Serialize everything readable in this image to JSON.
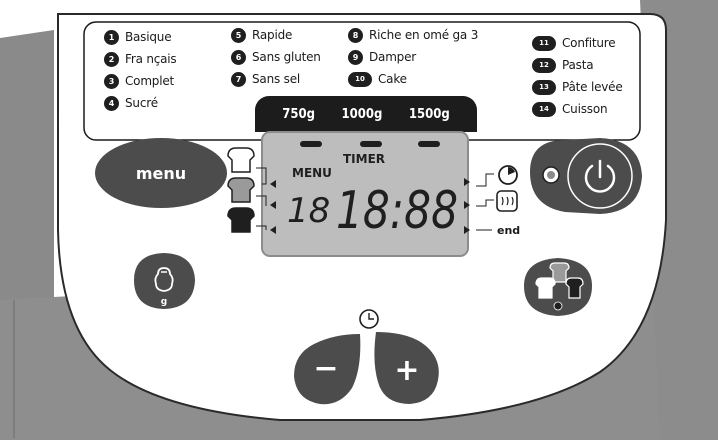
{
  "programs": {
    "col1": [
      {
        "num": "1",
        "label": "Basique"
      },
      {
        "num": "2",
        "label": "Fra nçais"
      },
      {
        "num": "3",
        "label": "Complet"
      },
      {
        "num": "4",
        "label": "Sucré"
      }
    ],
    "col2": [
      {
        "num": "5",
        "label": "Rapide"
      },
      {
        "num": "6",
        "label": "Sans gluten"
      },
      {
        "num": "7",
        "label": "Sans sel"
      }
    ],
    "col3": [
      {
        "num": "8",
        "label": "Riche en omé ga 3"
      },
      {
        "num": "9",
        "label": "Damper"
      },
      {
        "num": "10",
        "label": "Cake"
      }
    ],
    "col4": [
      {
        "num": "11",
        "label": "Confiture"
      },
      {
        "num": "12",
        "label": "Pasta"
      },
      {
        "num": "13",
        "label": "Pâte levée"
      },
      {
        "num": "14",
        "label": "Cuisson"
      }
    ]
  },
  "weights": [
    "750g",
    "1000g",
    "1500g"
  ],
  "display": {
    "menu_label": "MENU",
    "timer_label": "TIMER",
    "program_digits": "18",
    "time_digits": "18:88"
  },
  "buttons": {
    "menu_label": "menu",
    "minus_label": "−",
    "plus_label": "+",
    "weight_button_label": "g"
  },
  "indicators": {
    "end_label": "end"
  },
  "colors": {
    "button_dark": "#4c4c4c",
    "lcd_background": "#bdbdbd",
    "lcd_frame": "#9a9a9a",
    "panel_outer": "#8f8f8f",
    "panel_inner": "#ffffff",
    "weight_bar": "#1c1c1c"
  },
  "icons": {
    "start_stop": "power-icon",
    "timer": "clock-icon",
    "keep_warm": "toast-warm-icon",
    "crust_select": "crust-color-icon",
    "weight_select": "weight-icon"
  }
}
